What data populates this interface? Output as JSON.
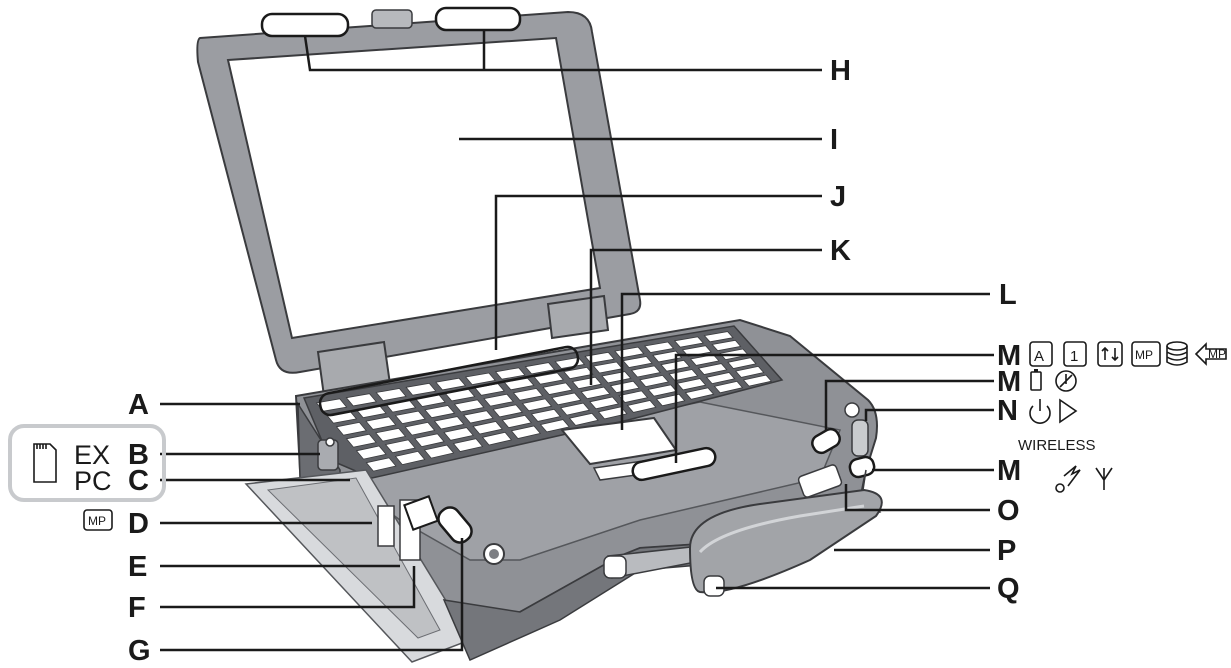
{
  "labels": {
    "A": "A",
    "B": "B",
    "C": "C",
    "D": "D",
    "E": "E",
    "F": "F",
    "G": "G",
    "H": "H",
    "I": "I",
    "J": "J",
    "K": "K",
    "L": "L",
    "M1": "M",
    "M2": "M",
    "M3": "M",
    "N": "N",
    "O": "O",
    "P": "P",
    "Q": "Q"
  },
  "left_legend": {
    "ex": "EX",
    "pc": "PC",
    "mp": "MP"
  },
  "right_legend": {
    "mp": "MP",
    "mp_arrow": "MP",
    "wireless": "WIRELESS",
    "caps_lock_letter": "A",
    "num_lock_digit": "1"
  },
  "icons": [
    "sd-card-icon",
    "caps-lock-icon",
    "numeric-lock-icon",
    "scroll-lock-icon",
    "mp-indicator-icon",
    "hard-disk-icon",
    "mp-arrow-icon",
    "battery-icon",
    "power-status-icon",
    "power-icon",
    "play-icon",
    "wireless-lan-icon",
    "antenna-icon"
  ],
  "colors": {
    "body_gray": "#8f9196",
    "dark_gray": "#5e6065",
    "screen": "#ffffff",
    "key": "#ffffff",
    "legend_box": "#c8cacd",
    "ink": "#1a1a1a"
  }
}
